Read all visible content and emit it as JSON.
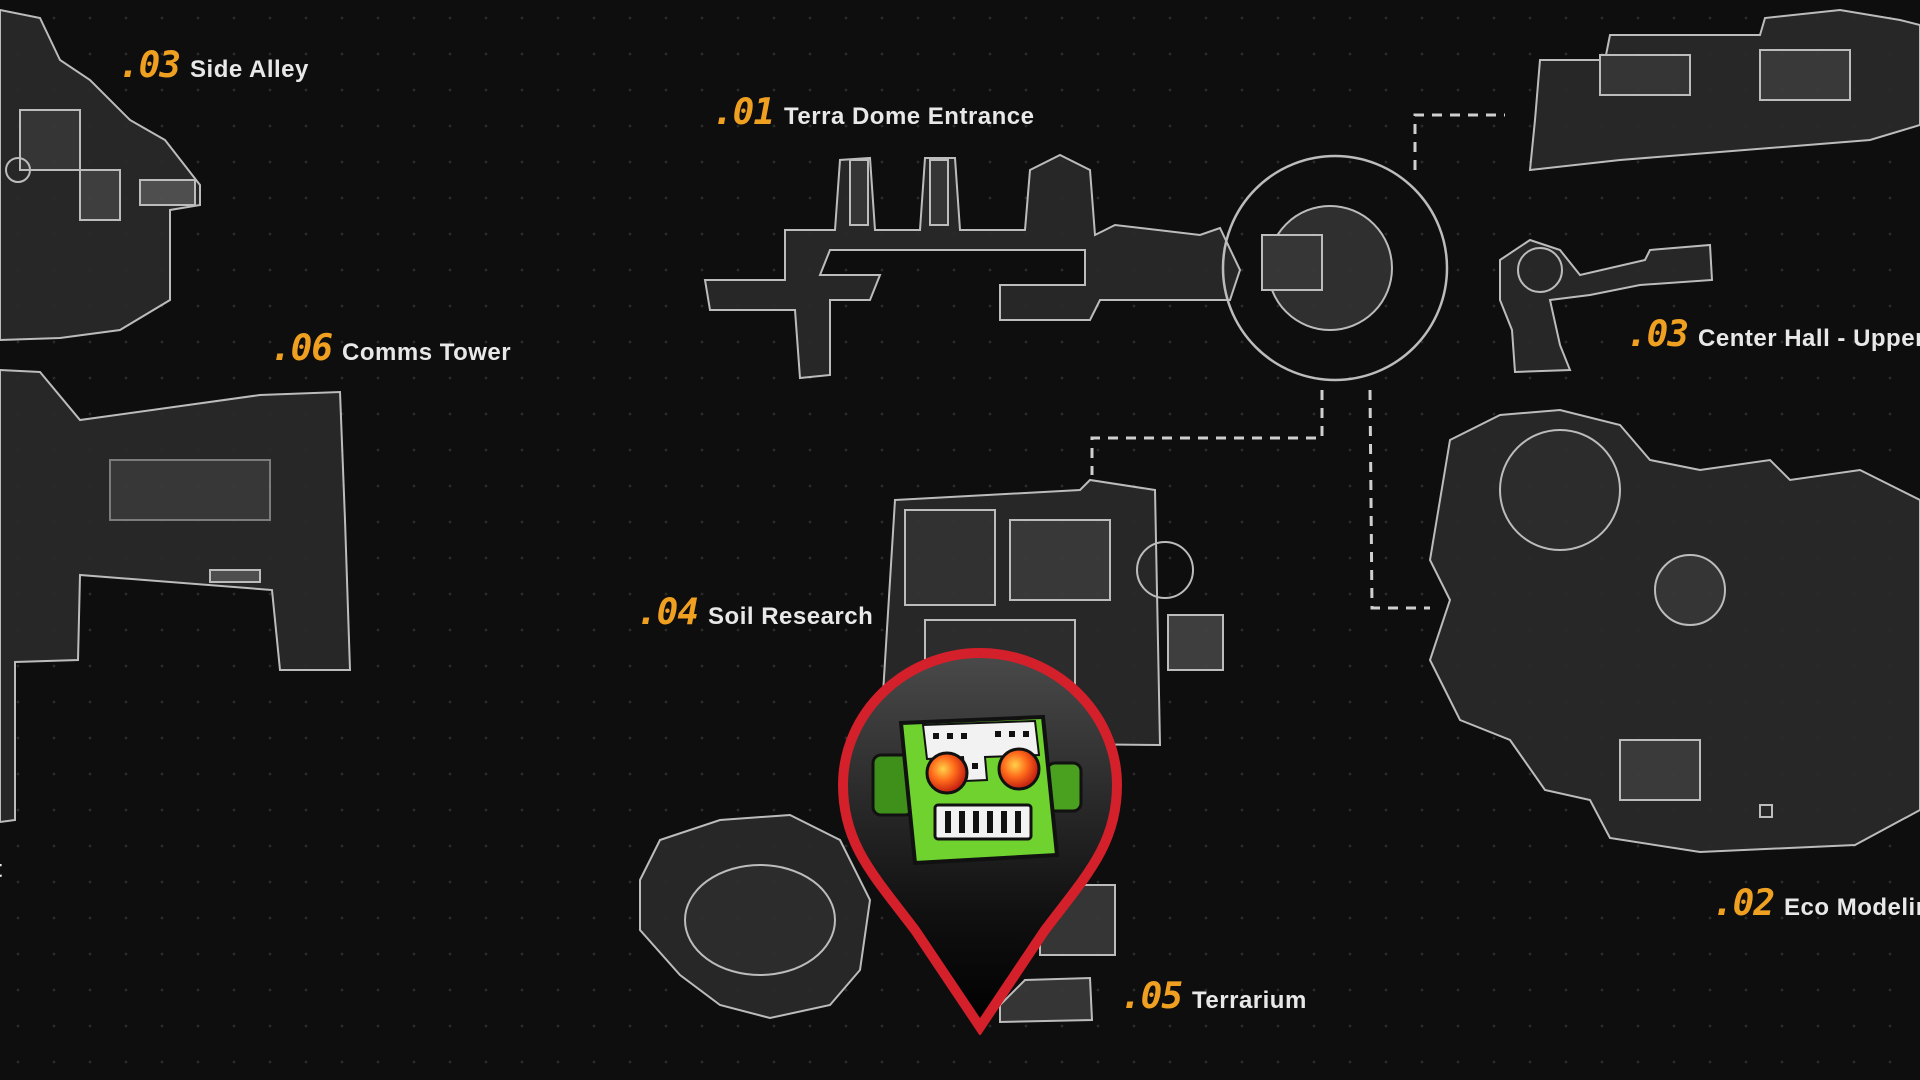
{
  "map": {
    "locations": [
      {
        "number": ".03",
        "name": "Side Alley"
      },
      {
        "number": ".01",
        "name": "Terra Dome Entrance"
      },
      {
        "number": ".06",
        "name": "Comms Tower"
      },
      {
        "number": ".03",
        "name": "Center Hall - Upper"
      },
      {
        "number": ".04",
        "name": "Soil Research"
      },
      {
        "number": ".02",
        "name": "Eco Modeling"
      },
      {
        "number": ".05",
        "name": "Terrarium"
      }
    ],
    "edge_fragment": "t",
    "colors": {
      "background": "#0e0e0e",
      "accent_number": "#f0a020",
      "label_text": "#e8e8e8",
      "pin_border": "#d3202a",
      "robot_green": "#6fd22e"
    },
    "marker_icon": "robot-head-icon"
  }
}
